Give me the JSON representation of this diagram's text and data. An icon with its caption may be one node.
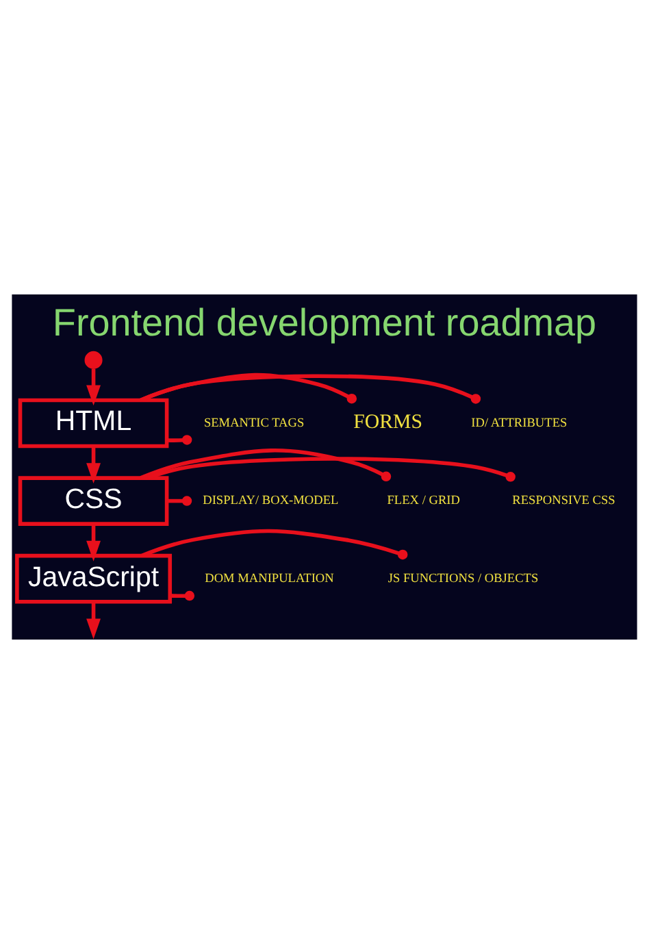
{
  "diagram": {
    "title": "Frontend development roadmap",
    "nodes": [
      {
        "text": [],
        "shape": "circle"
      },
      {
        "text": [
          "HTML"
        ]
      },
      {
        "text": [
          "SEMANTIC TAGS"
        ]
      },
      {
        "text": [
          "FORMS"
        ]
      },
      {
        "text": [
          "ID/ ATTRIBUTES"
        ]
      },
      {
        "text": [
          "DISPLAY/ BOX-MODEL"
        ]
      },
      {
        "text": [
          "FLEX / GRID"
        ]
      },
      {
        "text": [
          "RESPONSIVE CSS"
        ]
      },
      {
        "text": [
          "CSS"
        ]
      },
      {
        "text": [
          "JavaScript"
        ]
      },
      {
        "text": [
          "DOM MANIPULATION"
        ]
      },
      {
        "text": [
          "JS FUNCTIONS / OBJECTS"
        ]
      }
    ],
    "edges": [
      {
        "from": 0,
        "to": 1,
        "arrow": "to"
      },
      {
        "from": 1,
        "to": 8,
        "arrow": "to"
      },
      {
        "from": 8,
        "to": 9,
        "arrow": "to"
      },
      {
        "from": 9,
        "to": null,
        "arrow": "to"
      },
      {
        "from": 1,
        "to": 2,
        "arrow": "other"
      },
      {
        "from": 1,
        "to": 3,
        "arrow": "other"
      },
      {
        "from": 1,
        "to": 4,
        "arrow": "other"
      },
      {
        "from": 8,
        "to": 5,
        "arrow": "other"
      },
      {
        "from": 8,
        "to": 6,
        "arrow": "other"
      },
      {
        "from": 8,
        "to": 7,
        "arrow": "other"
      },
      {
        "from": 9,
        "to": 10,
        "arrow": "other"
      },
      {
        "from": 9,
        "to": 11,
        "arrow": "other"
      }
    ]
  }
}
